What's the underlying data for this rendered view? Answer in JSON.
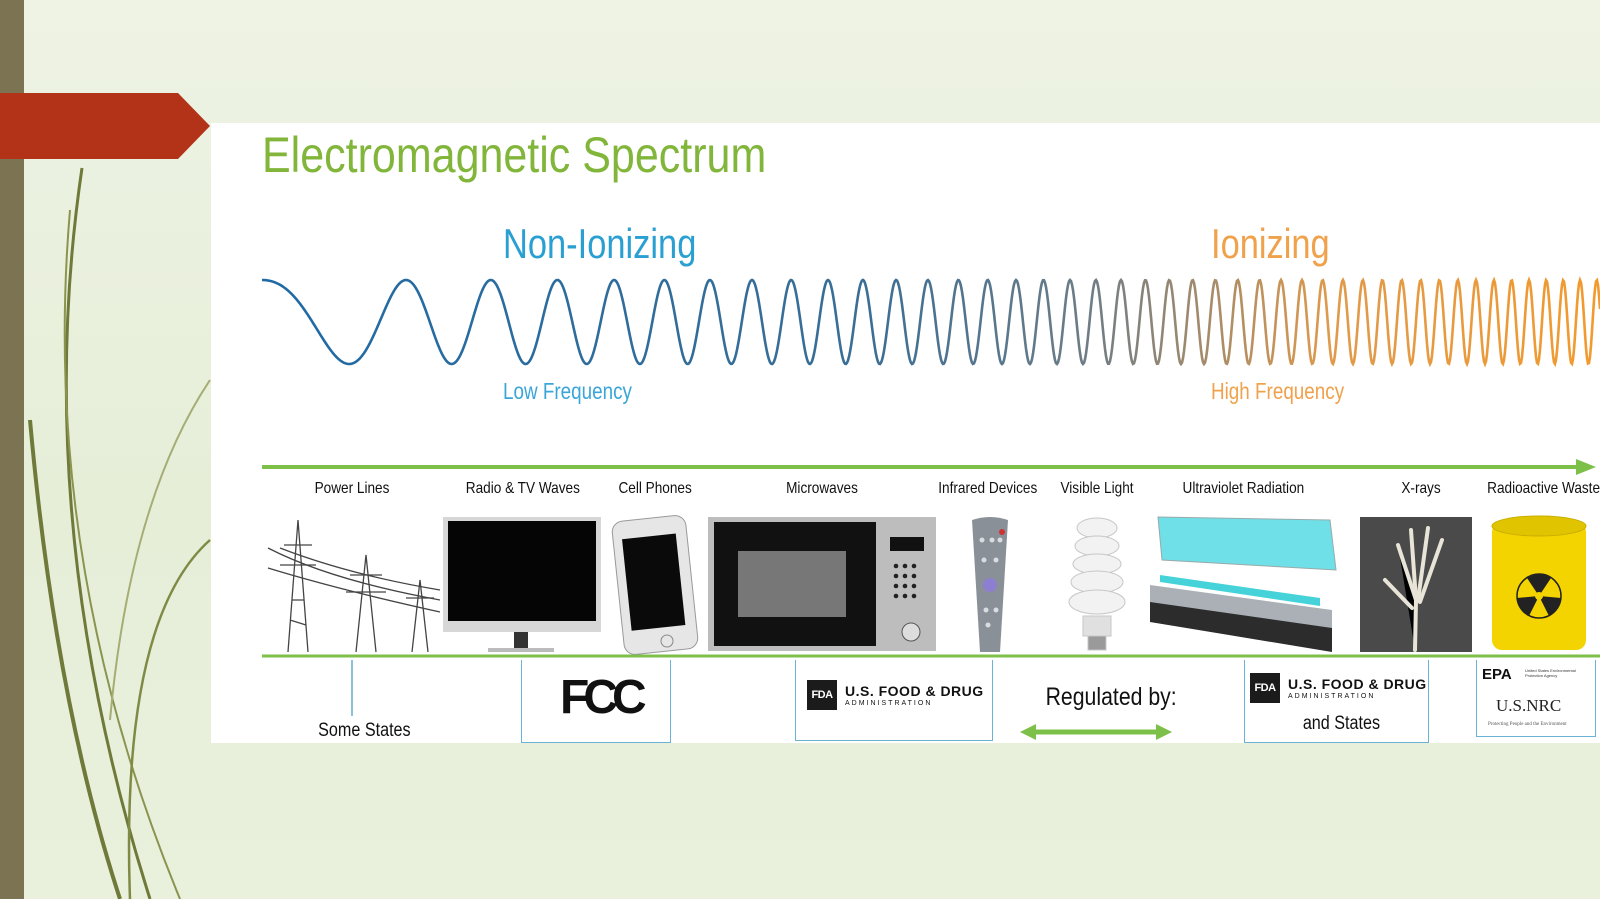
{
  "slide": {
    "title": "Electromagnetic Spectrum",
    "non_ionizing_label": "Non-Ionizing",
    "ionizing_label": "Ionizing",
    "low_frequency_label": "Low Frequency",
    "high_frequency_label": "High Frequency",
    "regulated_by_label": "Regulated by:"
  },
  "sources": [
    {
      "label": "Power Lines",
      "icon": "power-lines-icon"
    },
    {
      "label": "Radio & TV Waves",
      "icon": "tv-icon"
    },
    {
      "label": "Cell Phones",
      "icon": "cell-phone-icon"
    },
    {
      "label": "Microwaves",
      "icon": "microwave-icon"
    },
    {
      "label": "Infrared Devices",
      "icon": "remote-control-icon"
    },
    {
      "label": "Visible Light",
      "icon": "light-bulb-icon"
    },
    {
      "label": "Ultraviolet Radiation",
      "icon": "tanning-bed-icon"
    },
    {
      "label": "X-rays",
      "icon": "xray-hand-icon"
    },
    {
      "label": "Radioactive Waste",
      "icon": "radioactive-barrel-icon"
    }
  ],
  "regulators": {
    "some_states": "Some States",
    "fcc_logo": "FCC",
    "fda_badge": "FDA",
    "fda_name": "U.S. FOOD & DRUG",
    "fda_sub": "ADMINISTRATION",
    "and_states": "and States",
    "epa_logo": "EPA",
    "epa_small": "United States Environmental Protection Agency",
    "nrc_logo": "U.S.NRC",
    "nrc_tagline": "Protecting People and the Environment"
  },
  "colors": {
    "title_green": "#82b63b",
    "axis_green": "#7cc04a",
    "non_ionizing_blue": "#2a9fd2",
    "ionizing_orange": "#f0a14b",
    "accent_red": "#b23318",
    "box_blue": "#6bb3d6"
  }
}
